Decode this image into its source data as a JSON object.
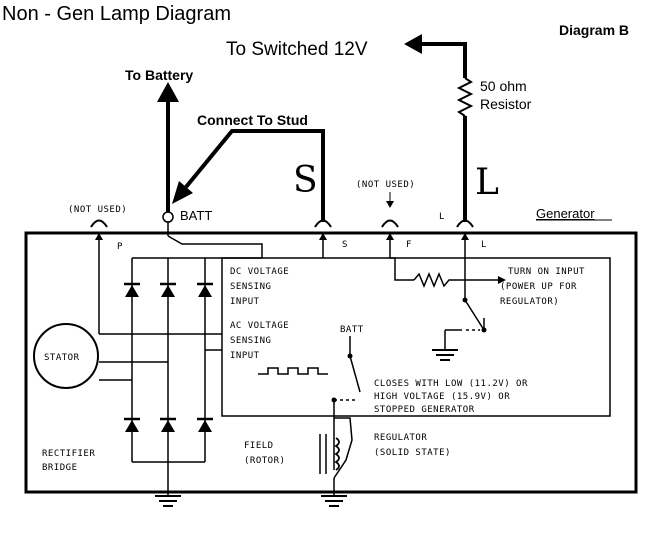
{
  "title": "Non - Gen Lamp Diagram",
  "subtitle": "Diagram B",
  "labels": {
    "switched": "To Switched 12V",
    "battery": "To Battery",
    "stud": "Connect To Stud",
    "resistor_value": "50 ohm",
    "resistor_word": "Resistor",
    "s_big": "S",
    "l_big": "L",
    "not_used": "(NOT USED)",
    "not_used2": "(NOT USED)",
    "batt": "BATT",
    "generator": "Generator",
    "l_small": "L",
    "p_term": "P",
    "s_term": "S",
    "f_term": "F",
    "l_term": "L",
    "dc1": "DC VOLTAGE",
    "dc2": "SENSING",
    "dc3": "INPUT",
    "ac1": "AC VOLTAGE",
    "ac2": "SENSING",
    "ac3": "INPUT",
    "batt_small": "BATT",
    "turn1": "TURN ON INPUT",
    "turn2": "(POWER UP FOR",
    "turn3": "REGULATOR)",
    "closes1": "CLOSES WITH LOW (11.2V) OR",
    "closes2": "HIGH VOLTAGE (15.9V) OR",
    "closes3": "STOPPED GENERATOR",
    "stator": "STATOR",
    "rect1": "RECTIFIER",
    "rect2": "BRIDGE",
    "field1": "FIELD",
    "field2": "(ROTOR)",
    "reg1": "REGULATOR",
    "reg2": "(SOLID STATE)"
  }
}
